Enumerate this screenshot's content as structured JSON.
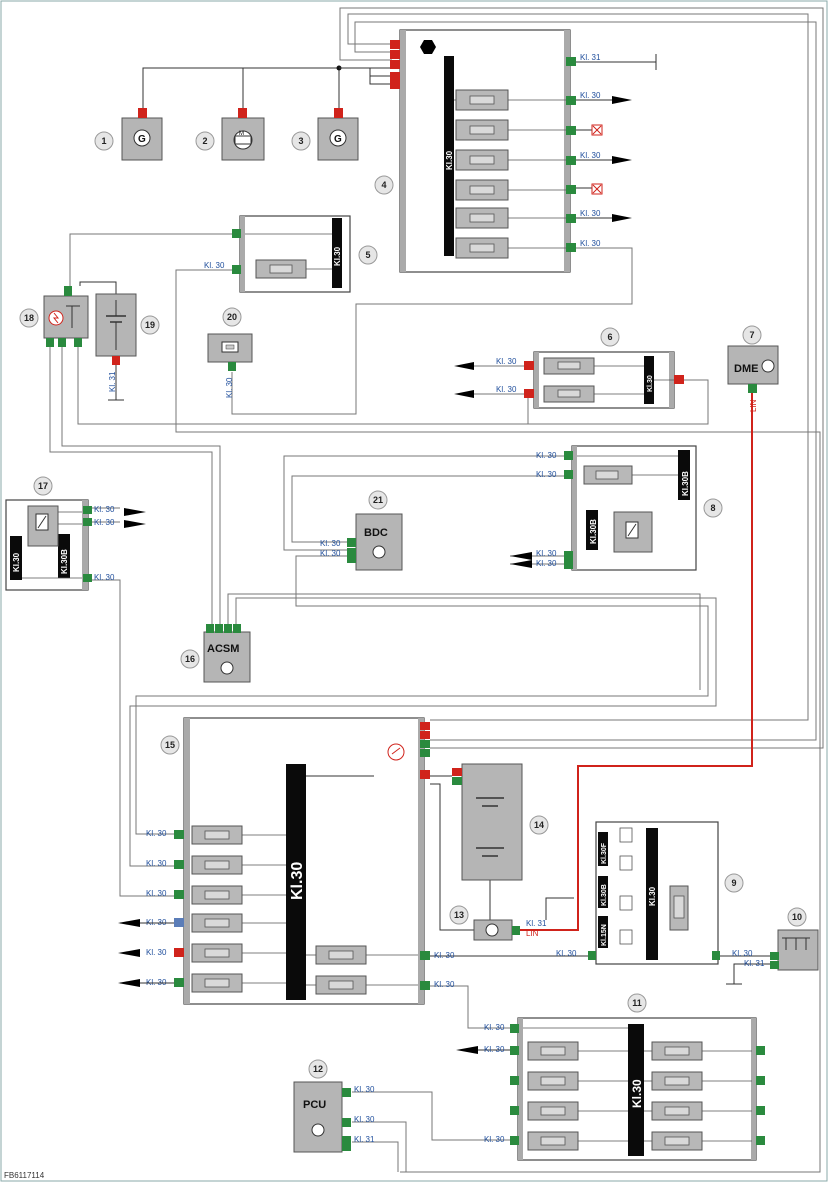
{
  "figure_id": "FB6117114",
  "terminal_labels": {
    "kl30": "Kl. 30",
    "kl31": "Kl. 31",
    "bus_kl30": "Kl.30",
    "bus_kl30b": "Kl.30B",
    "bus_kl30f": "Kl.30F",
    "bus_kl15n": "Kl.15N",
    "lin": "LIN"
  },
  "components": [
    {
      "number": "1",
      "text": ""
    },
    {
      "number": "2",
      "text": ""
    },
    {
      "number": "3",
      "text": ""
    },
    {
      "number": "4",
      "text": ""
    },
    {
      "number": "5",
      "text": ""
    },
    {
      "number": "6",
      "text": ""
    },
    {
      "number": "7",
      "text": "DME"
    },
    {
      "number": "8",
      "text": ""
    },
    {
      "number": "9",
      "text": ""
    },
    {
      "number": "10",
      "text": ""
    },
    {
      "number": "11",
      "text": ""
    },
    {
      "number": "12",
      "text": "PCU"
    },
    {
      "number": "13",
      "text": ""
    },
    {
      "number": "14",
      "text": ""
    },
    {
      "number": "15",
      "text": ""
    },
    {
      "number": "16",
      "text": "ACSM"
    },
    {
      "number": "17",
      "text": ""
    },
    {
      "number": "18",
      "text": ""
    },
    {
      "number": "19",
      "text": ""
    },
    {
      "number": "20",
      "text": ""
    },
    {
      "number": "21",
      "text": "BDC"
    }
  ],
  "colors": {
    "connector_green": "#2a8a3e",
    "connector_red": "#d0231b",
    "connector_blue": "#5b7db8",
    "lin_wire": "#d0231b",
    "label_blue": "#1f4e9c",
    "box_fill": "#b5b5b5",
    "bus_black": "#0a0a0a"
  },
  "icons": [
    "generator-icon",
    "starter-motor-icon",
    "fuse-icon",
    "relay-icon",
    "transistor-icon",
    "arrow-left-icon",
    "arrow-right-icon",
    "ground-icon",
    "battery-icon",
    "battery-switch-icon",
    "not-used-icon",
    "capacitor-icon"
  ]
}
